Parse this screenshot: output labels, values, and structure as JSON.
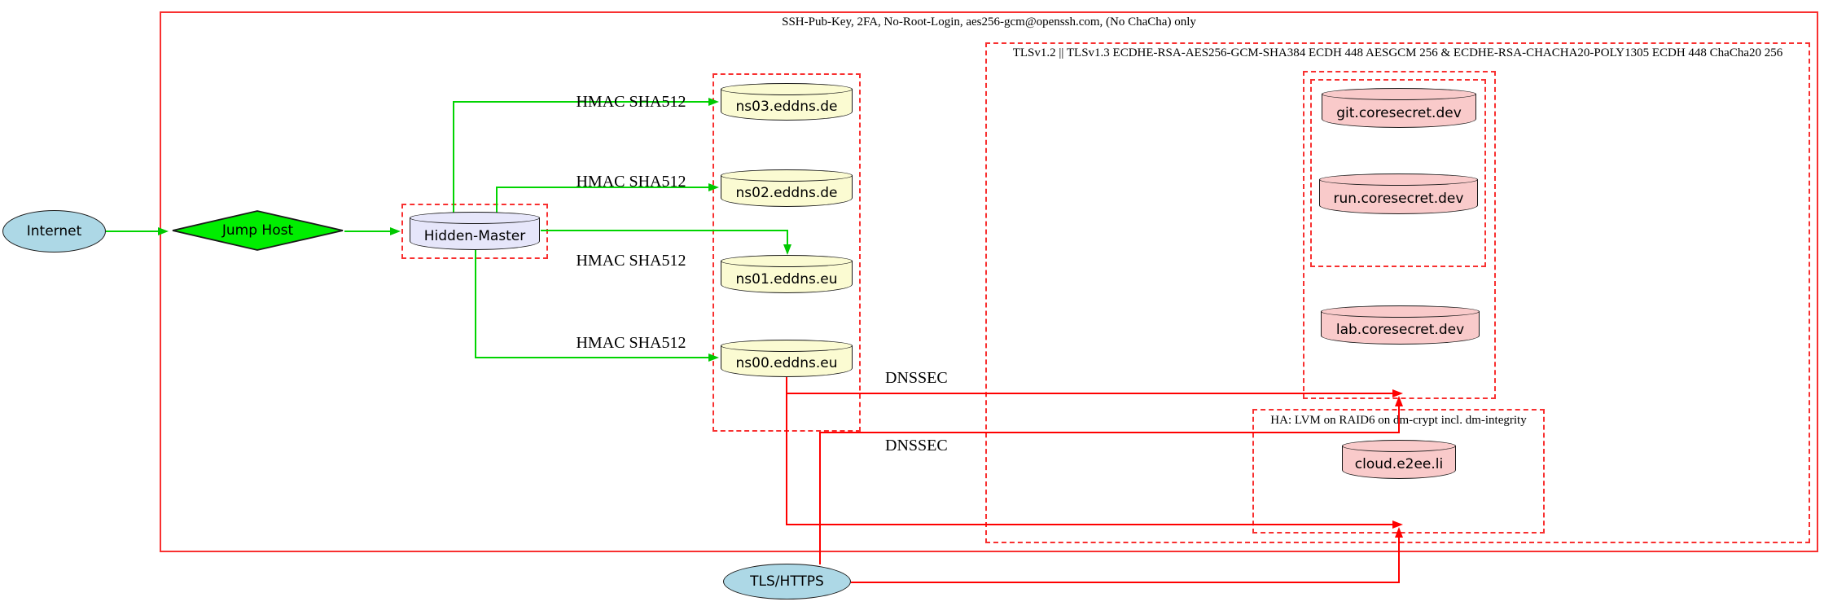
{
  "clusters": {
    "ssh": {
      "title": "SSH-Pub-Key, 2FA, No-Root-Login, aes256-gcm@openssh.com, (No ChaCha) only"
    },
    "tls": {
      "title": "TLSv1.2 || TLSv1.3 ECDHE-RSA-AES256-GCM-SHA384 ECDH 448 AESGCM 256 & ECDHE-RSA-CHACHA20-POLY1305 ECDH 448 ChaCha20 256"
    },
    "ha": {
      "title": "HA: LVM on RAID6 on dm-crypt incl. dm-integrity"
    }
  },
  "nodes": {
    "internet": {
      "label": "Internet",
      "shape": "ellipse",
      "fill": "#add8e6"
    },
    "jump_host": {
      "label": "Jump Host",
      "shape": "diamond",
      "fill": "#00ee00"
    },
    "hidden_master": {
      "label": "Hidden-Master",
      "shape": "cylinder",
      "fill": "#e6e6fa"
    },
    "ns03": {
      "label": "ns03.eddns.de",
      "shape": "cylinder",
      "fill": "#fbfbd2"
    },
    "ns02": {
      "label": "ns02.eddns.de",
      "shape": "cylinder",
      "fill": "#fbfbd2"
    },
    "ns01": {
      "label": "ns01.eddns.eu",
      "shape": "cylinder",
      "fill": "#fbfbd2"
    },
    "ns00": {
      "label": "ns00.eddns.eu",
      "shape": "cylinder",
      "fill": "#fbfbd2"
    },
    "git": {
      "label": "git.coresecret.dev",
      "shape": "cylinder",
      "fill": "#f9caca"
    },
    "run": {
      "label": "run.coresecret.dev",
      "shape": "cylinder",
      "fill": "#f9caca"
    },
    "lab": {
      "label": "lab.coresecret.dev",
      "shape": "cylinder",
      "fill": "#f9caca"
    },
    "cloud": {
      "label": "cloud.e2ee.li",
      "shape": "cylinder",
      "fill": "#f9caca"
    },
    "tls_https": {
      "label": "TLS/HTTPS",
      "shape": "ellipse",
      "fill": "#add8e6"
    }
  },
  "edge_labels": {
    "hmac": "HMAC SHA512",
    "dnssec": "DNSSEC"
  },
  "colors": {
    "cluster_border": "#f83030",
    "green_edge": "#00d400",
    "red_edge": "#ff0000",
    "node_border": "#1a1a1a"
  }
}
